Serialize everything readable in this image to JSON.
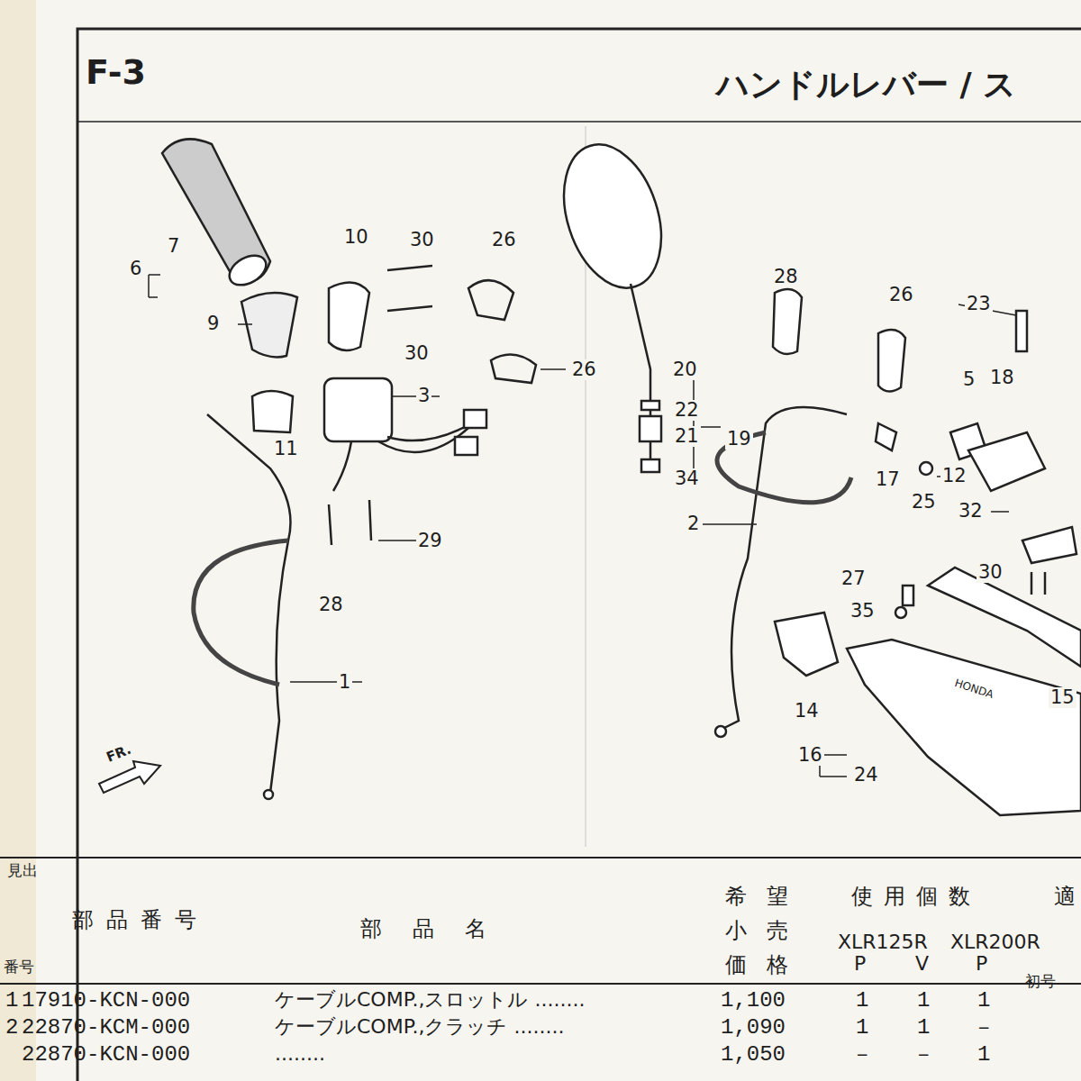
{
  "diagram": {
    "title": "ハンドルレバー / ス",
    "labels": [
      "F-3",
      "7",
      "6",
      "10",
      "30",
      "26",
      "9",
      "30",
      "26",
      "3",
      "11",
      "29",
      "28",
      "1",
      "20",
      "22",
      "21",
      "19",
      "34",
      "28",
      "26",
      "23",
      "5",
      "18",
      "17",
      "25",
      "12",
      "32",
      "2",
      "27",
      "30",
      "35",
      "14",
      "15",
      "16",
      "24",
      "FR.",
      "HONDA",
      "見出",
      "番号",
      "部品番号",
      "部品名",
      "希望",
      "小売",
      "価格",
      "使用個数",
      "適",
      "XLR125R",
      "XLR200R",
      "P",
      "V",
      "P",
      "初号",
      "1",
      "17910-KCN-000",
      "ケーブルCOMP.,スロットル ........",
      "1,100",
      "1",
      "1",
      "1",
      "2",
      "22870-KCM-000",
      "ケーブルCOMP.,クラッチ ........",
      "1,090",
      "1",
      "1",
      "–",
      "22870-KCN-000",
      "........",
      "1,050",
      "–",
      "–",
      "1"
    ]
  }
}
